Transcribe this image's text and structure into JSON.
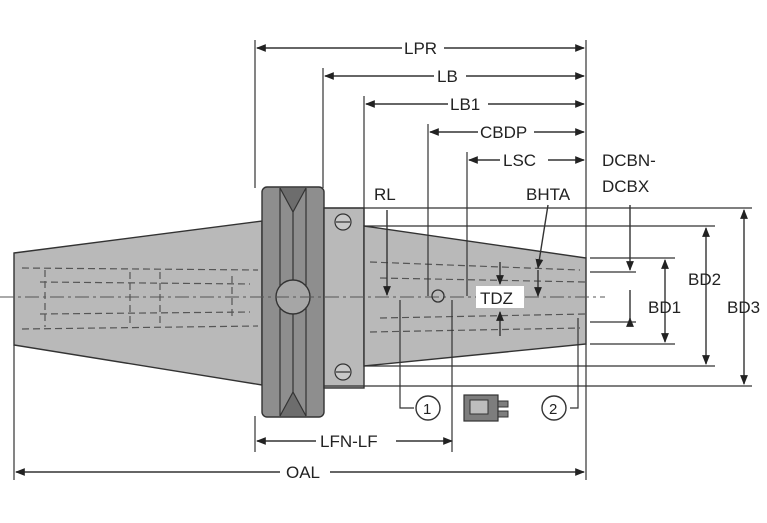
{
  "labels": {
    "lpr": "LPR",
    "lb": "LB",
    "lb1": "LB1",
    "cbdp": "CBDP",
    "lsc": "LSC",
    "dcbn_dcbx_1": "DCBN-",
    "dcbn_dcbx_2": "DCBX",
    "rl": "RL",
    "bhta": "BHTA",
    "tdz": "TDZ",
    "bd1": "BD1",
    "bd2": "BD2",
    "bd3": "BD3",
    "lfn_lf": "LFN-LF",
    "oal": "OAL",
    "callout_1": "1",
    "callout_2": "2"
  }
}
